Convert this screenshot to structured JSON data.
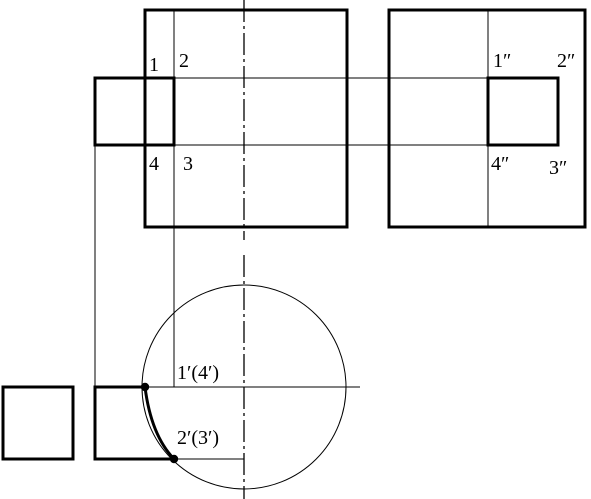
{
  "labels": {
    "p1": "1",
    "p2": "2",
    "p3": "3",
    "p4": "4",
    "p1_side": "1″",
    "p2_side": "2″",
    "p3_side": "3″",
    "p4_side": "4″",
    "p14_top": "1′(4′)",
    "p23_top": "2′(3′)"
  }
}
